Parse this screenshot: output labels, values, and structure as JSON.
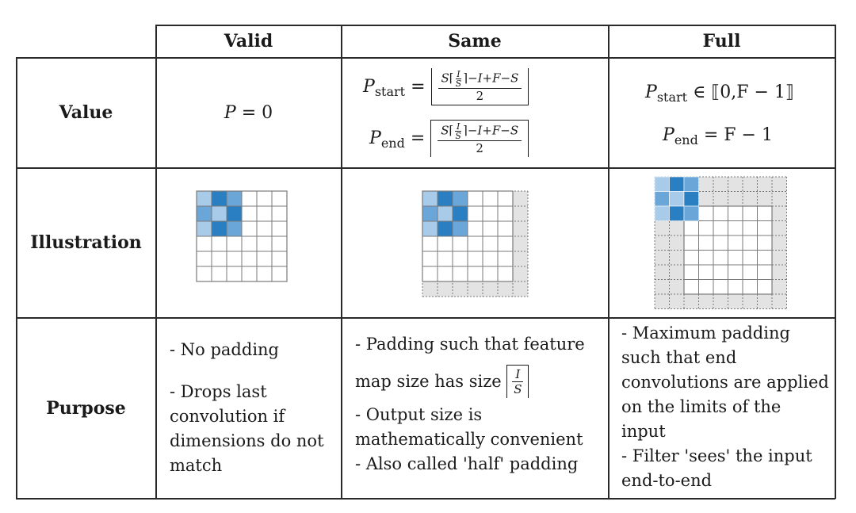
{
  "table": {
    "columns": [
      "Valid",
      "Same",
      "Full"
    ],
    "rows": [
      "Value",
      "Illustration",
      "Purpose"
    ]
  },
  "value": {
    "valid": {
      "lhs": "P",
      "rhs": "= 0"
    },
    "same": {
      "start_var": "P",
      "start_sub": "start",
      "eq": "=",
      "end_var": "P",
      "end_sub": "end",
      "numer_pre": "S",
      "ceil_frac_num": "I",
      "ceil_frac_den": "S",
      "numer_post": "−I+F−S",
      "denom": "2"
    },
    "full": {
      "start_var": "P",
      "start_sub": "start",
      "start_rhs": "∈ ⟦0,F − 1⟧",
      "end_var": "P",
      "end_sub": "end",
      "end_rhs": "= F − 1"
    }
  },
  "purpose": {
    "valid": [
      "- No padding",
      "- Drops last convolution if dimensions do not match"
    ],
    "same": {
      "line1": "- Padding such that feature",
      "line2_pre": "map size has size",
      "frac_num": "I",
      "frac_den": "S",
      "line3": "- Output size is mathematically convenient",
      "line4": "- Also called 'half' padding"
    },
    "full": [
      "- Maximum padding such that end convolutions are applied on the limits of the input",
      "- Filter 'sees' the input end-to-end"
    ]
  },
  "colors": {
    "filter_dark": "#2a7fc2",
    "filter_mid": "#6aa6d8",
    "filter_light": "#a9cbea",
    "padding": "#e3e3e3",
    "grid": "#7a7a7a"
  }
}
